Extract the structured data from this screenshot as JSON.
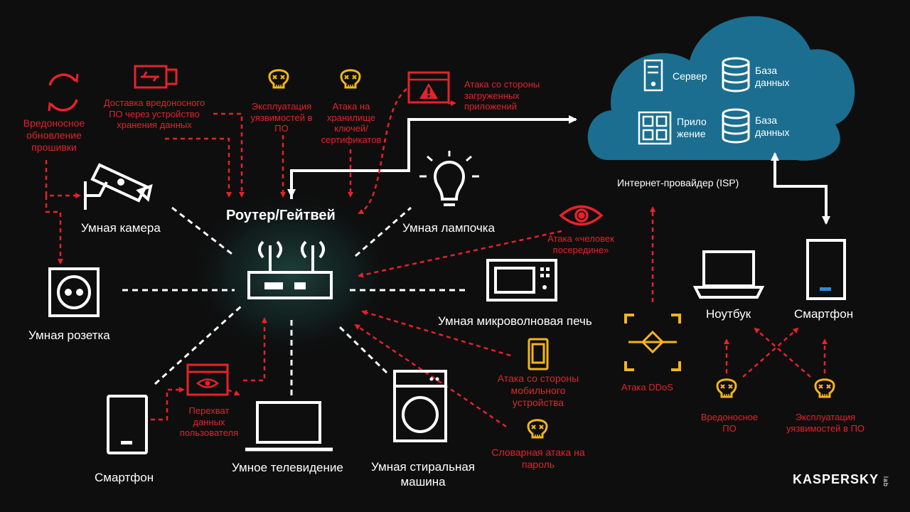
{
  "colors": {
    "background": "#0e0e0e",
    "threat": "#e5222b",
    "skull": "#f2b51c",
    "cloud": "#1b6e8f",
    "device": "#ffffff"
  },
  "router": {
    "label": "Роутер/Гейтвей"
  },
  "cloud": {
    "server": "Сервер",
    "database_1": "База данных",
    "app": "Прило жение",
    "database_2": "База данных",
    "isp": "Интернет-провайдер (ISP)"
  },
  "devices": {
    "camera": "Умная камера",
    "socket": "Умная розетка",
    "lamp": "Умная лампочка",
    "microwave": "Умная микроволновая печь",
    "tv": "Умное телевидение",
    "washer": "Умная стиральная машина",
    "smartphone_left": "Смартфон",
    "laptop": "Ноутбук",
    "smartphone_right": "Смартфон"
  },
  "threats": {
    "firmware_update": "Вредоносное обновление прошивки",
    "usb_delivery": "Доставка вредоносного ПО через устройство хранения данных",
    "vuln_exploit": "Эксплуатация уязвимостей в ПО",
    "keystore_attack": "Атака на хранилище ключей/ сертификатов",
    "app_attack": "Атака со стороны загруженных приложений",
    "mitm": "Атака «человек посередине»",
    "mobile_attack": "Атака со стороны мобильного устройства",
    "dictionary_attack": "Словарная атака на пароль",
    "data_interception": "Перехват данных пользователя",
    "ddos": "Атака DDoS",
    "malware": "Вредоносное ПО",
    "vuln_exploit_2": "Эксплуатация уязвимостей в ПО"
  },
  "brand": {
    "name": "KASPERSKY",
    "suffix": "lab"
  }
}
